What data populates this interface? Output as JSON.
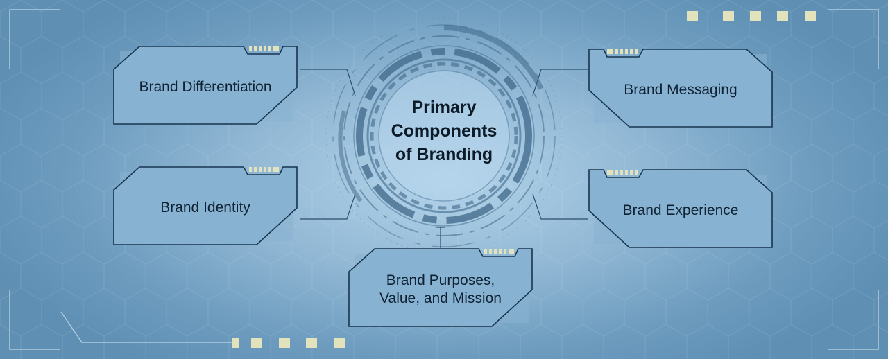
{
  "center": {
    "title_lines": [
      "Primary",
      "Components",
      "of Branding"
    ]
  },
  "components": [
    {
      "id": "differentiation",
      "lines": [
        "Brand Differentiation"
      ]
    },
    {
      "id": "identity",
      "lines": [
        "Brand Identity"
      ]
    },
    {
      "id": "purposes",
      "lines": [
        "Brand Purposes,",
        "Value, and Mission"
      ]
    },
    {
      "id": "messaging",
      "lines": [
        "Brand Messaging"
      ]
    },
    {
      "id": "experience",
      "lines": [
        "Brand Experience"
      ]
    }
  ],
  "colors": {
    "card_fill": "#88b2d2",
    "card_stroke": "#17344f",
    "accent": "#e2e3bd",
    "ring": "#3f6788"
  }
}
